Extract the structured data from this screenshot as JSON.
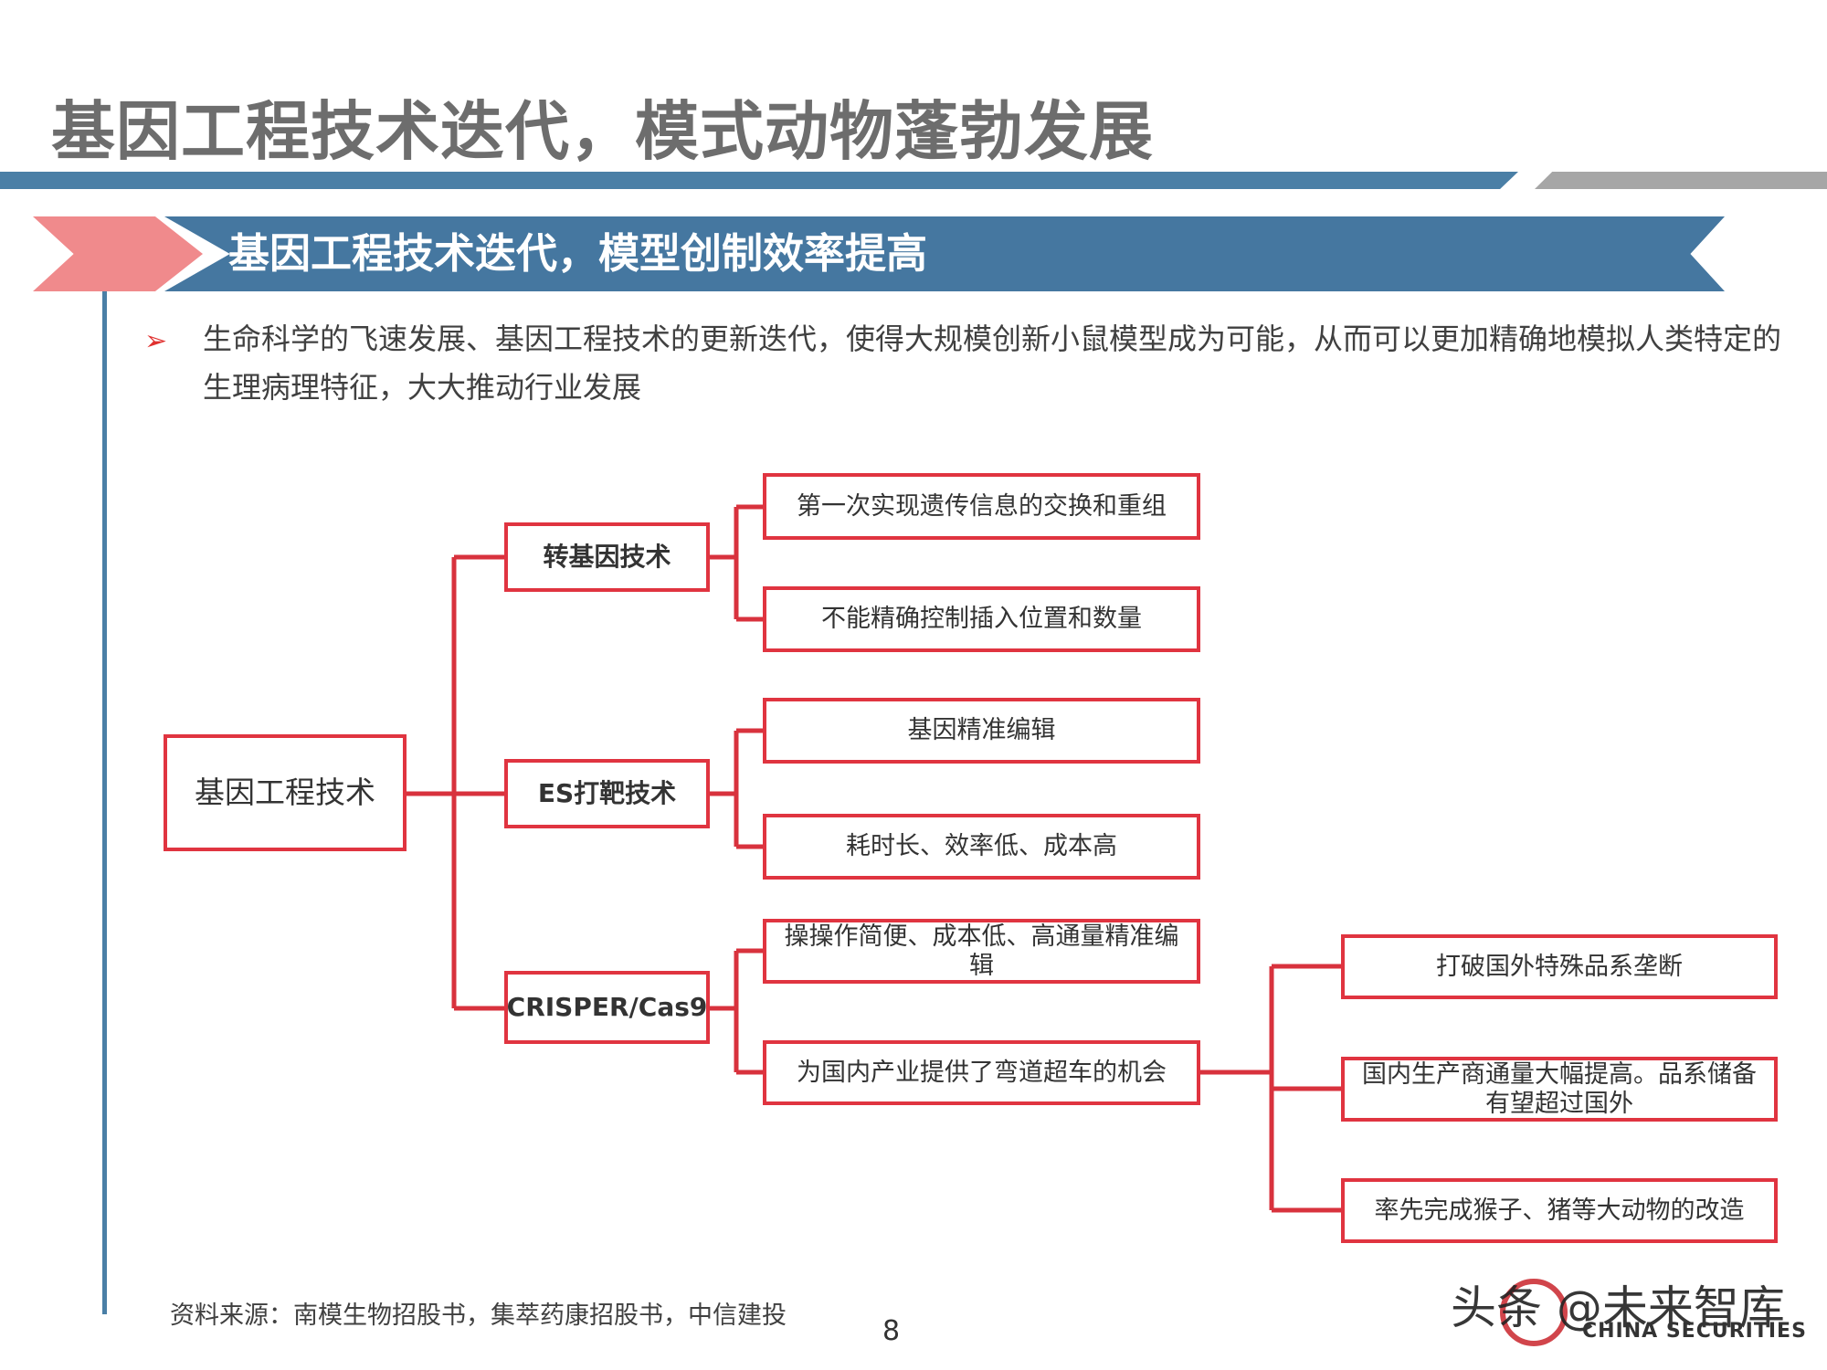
{
  "page": {
    "title": "基因工程技术迭代，模式动物蓬勃发展",
    "section_title": "基因工程技术迭代，模型创制效率提高",
    "bullet_marker": "➢",
    "bullet_text": "生命科学的飞速发展、基因工程技术的更新迭代，使得大规模创新小鼠模型成为可能，从而可以更加精确地模拟人类特定的生理病理特征，大大推动行业发展",
    "source": "资料来源：南模生物招股书，集萃药康招股书，中信建投",
    "page_number": "8",
    "watermark": "头条 @未来智库",
    "watermark_en": "CHINA SECURITIES"
  },
  "colors": {
    "node_border": "#e03440",
    "connector": "#d8323d",
    "title_gray": "#6d6d6d",
    "banner_blue": "#4577a0",
    "banner_pink": "#f08a8c",
    "rule_blue": "#4a7fa6",
    "rule_gray": "#a6a6a6"
  },
  "diagram": {
    "root": "基因工程技术",
    "branches": [
      {
        "label": "转基因技术",
        "children": [
          "第一次实现遗传信息的交换和重组",
          "不能精确控制插入位置和数量"
        ]
      },
      {
        "label": "ES打靶技术",
        "children": [
          "基因精准编辑",
          "耗时长、效率低、成本高"
        ]
      },
      {
        "label": "CRISPER/Cas9",
        "children": [
          "操操作简便、成本低、高通量精准编辑",
          "为国内产业提供了弯道超车的机会"
        ]
      }
    ],
    "opportunity_children": [
      "打破国外特殊品系垄断",
      "国内生产商通量大幅提高。品系储备有望超过国外",
      "率先完成猴子、猪等大动物的改造"
    ]
  }
}
